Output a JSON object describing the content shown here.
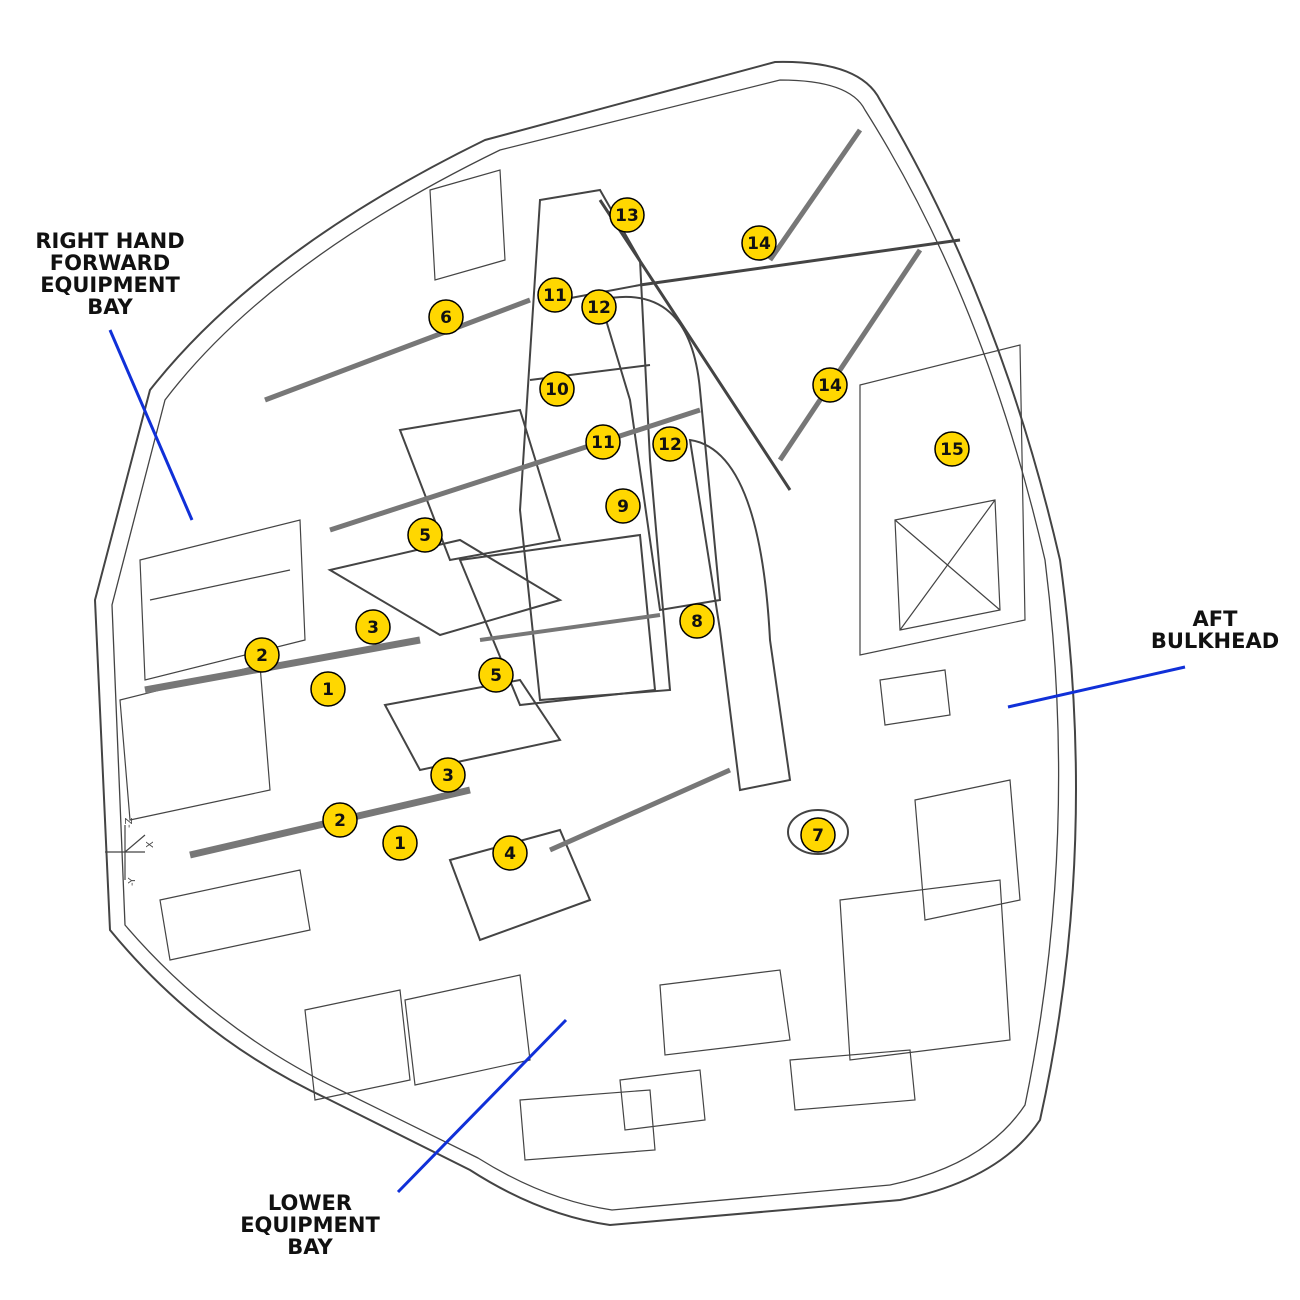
{
  "labels": {
    "right_hand_forward_equipment_bay": "RIGHT  HAND\nFORWARD\nEQUIPMENT\nBAY",
    "aft_bulkhead": "AFT\nBULKHEAD",
    "lower_equipment_bay": "LOWER\nEQUIPMENT\nBAY"
  },
  "axis_labels": {
    "z": "-Z",
    "x": "X",
    "y": "-Y"
  },
  "colors": {
    "marker_fill": "#FFD700",
    "marker_stroke": "#000000",
    "leader_line": "#1030D8",
    "sketch_line": "#444444"
  },
  "markers": [
    {
      "id": "m1a",
      "label": "1"
    },
    {
      "id": "m1b",
      "label": "1"
    },
    {
      "id": "m2a",
      "label": "2"
    },
    {
      "id": "m2b",
      "label": "2"
    },
    {
      "id": "m3a",
      "label": "3"
    },
    {
      "id": "m3b",
      "label": "3"
    },
    {
      "id": "m4",
      "label": "4"
    },
    {
      "id": "m5a",
      "label": "5"
    },
    {
      "id": "m5b",
      "label": "5"
    },
    {
      "id": "m6",
      "label": "6"
    },
    {
      "id": "m7",
      "label": "7"
    },
    {
      "id": "m8",
      "label": "8"
    },
    {
      "id": "m9",
      "label": "9"
    },
    {
      "id": "m10",
      "label": "10"
    },
    {
      "id": "m11a",
      "label": "11"
    },
    {
      "id": "m11b",
      "label": "11"
    },
    {
      "id": "m12a",
      "label": "12"
    },
    {
      "id": "m12b",
      "label": "12"
    },
    {
      "id": "m13",
      "label": "13"
    },
    {
      "id": "m14a",
      "label": "14"
    },
    {
      "id": "m14b",
      "label": "14"
    },
    {
      "id": "m15",
      "label": "15"
    }
  ]
}
